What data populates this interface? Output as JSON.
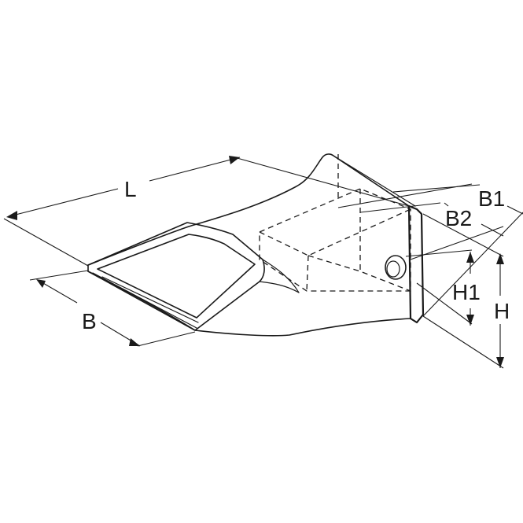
{
  "diagram": {
    "labels": {
      "length": "L",
      "width": "B",
      "width_1": "B1",
      "width_2": "B2",
      "height_1": "H1",
      "height": "H"
    }
  }
}
